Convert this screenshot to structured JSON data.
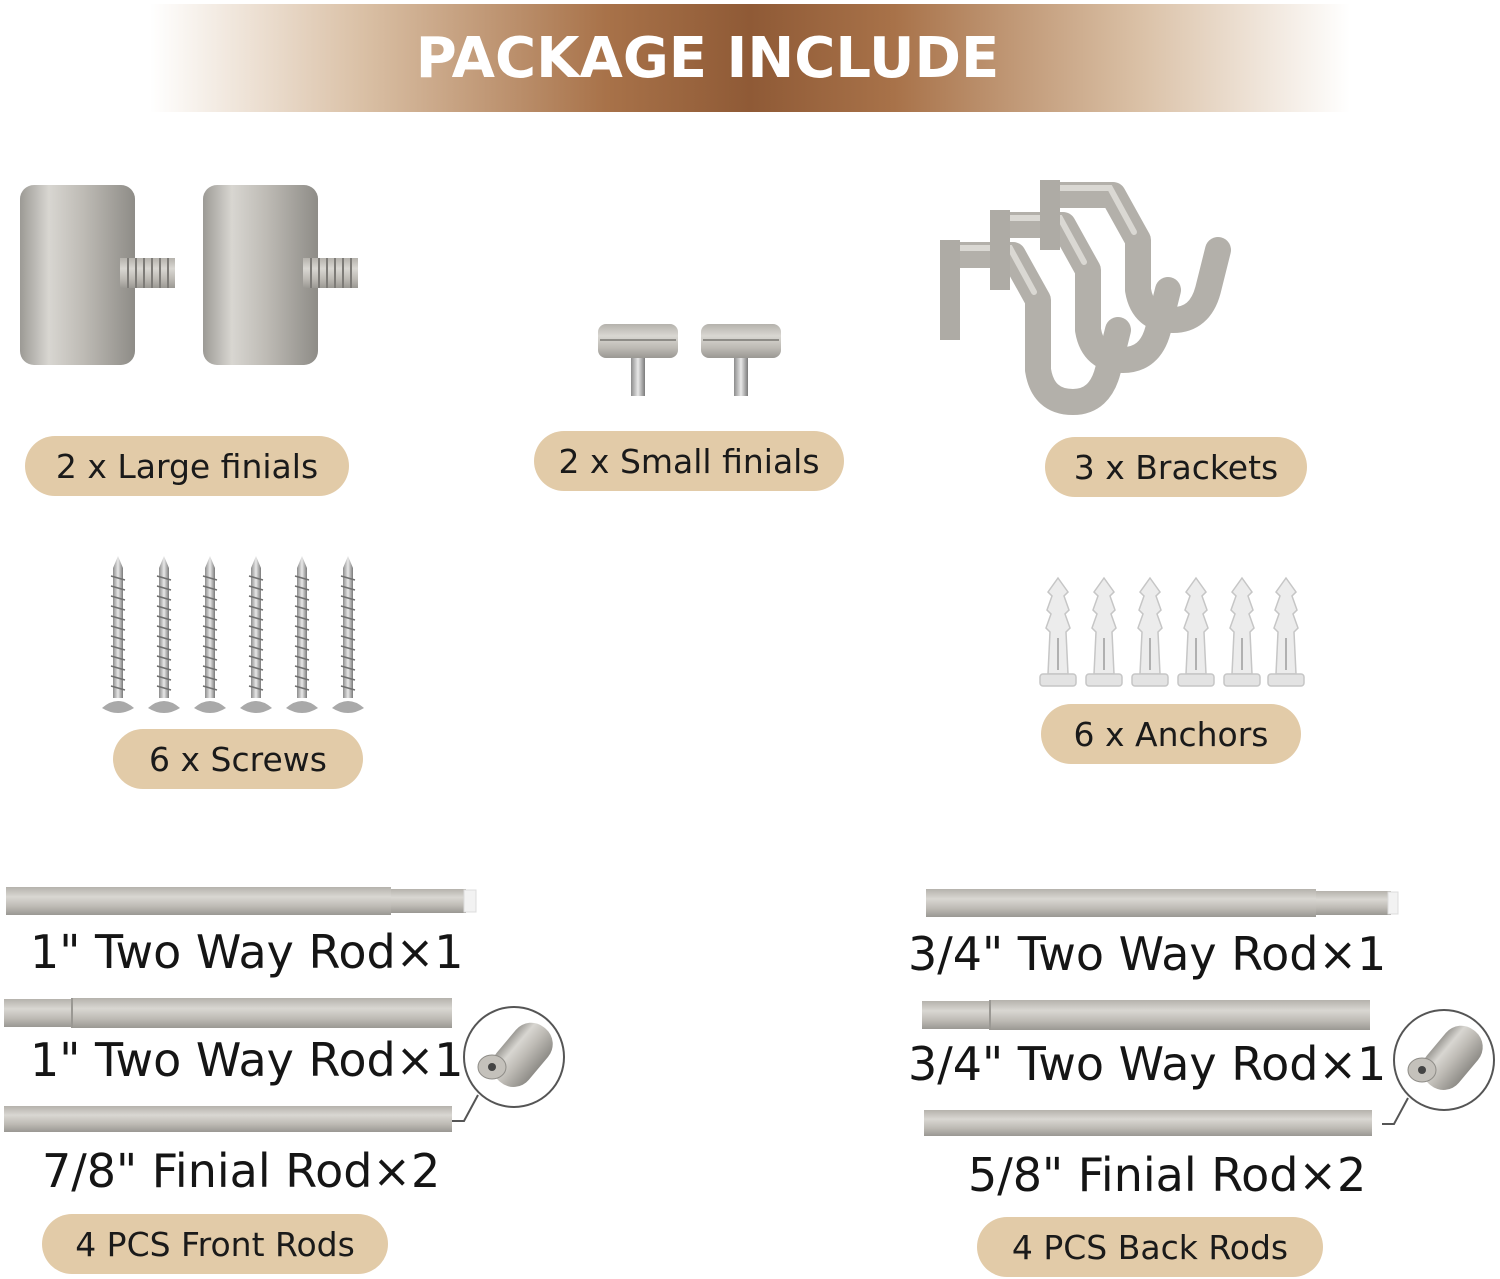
{
  "header": {
    "title": "PACKAGE INCLUDE"
  },
  "items": {
    "large_finials": "2 x Large finials",
    "small_finials": "2 x Small finials",
    "brackets": "3 x Brackets",
    "screws": "6  x Screws",
    "anchors": "6  x Anchors"
  },
  "front_rods": {
    "rod1": "1\" Two Way Rod×1",
    "rod2": "1\" Two Way Rod×1",
    "rod3": "7/8\" Finial Rod×2",
    "group_label": "4 PCS Front Rods"
  },
  "back_rods": {
    "rod1": "3/4\" Two Way Rod×1",
    "rod2": "3/4\" Two Way Rod×1",
    "rod3": "5/8\" Finial Rod×2",
    "group_label": "4 PCS Back Rods"
  },
  "colors": {
    "pill": "#e2cba8",
    "header_brown": "#8f5a36",
    "metal": "#c9c6c0"
  }
}
